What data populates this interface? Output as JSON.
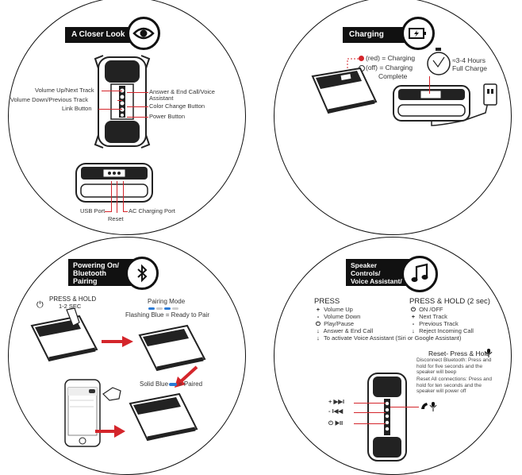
{
  "closer_look": {
    "title": "A Closer Look",
    "labels": {
      "volume_up": "Volume Up/Next Track",
      "volume_down": "Volume Down/Previous Track",
      "link": "Link Button",
      "answer": "Answer & End Call/Voice",
      "assistant": "Assistant",
      "color": "Color Change Button",
      "power": "Power Button",
      "usb": "USB Port",
      "ac": "AC Charging Port",
      "reset": "Reset"
    }
  },
  "charging": {
    "title": "Charging",
    "red_text": "(red) = Charging",
    "off_text": "(off) = Charging",
    "complete": "Complete",
    "hours": "≈3-4 Hours",
    "full": "Full Charge"
  },
  "pairing": {
    "title_line1": "Powering On/",
    "title_line2": "Bluetooth",
    "title_line3": "Pairing",
    "press_hold": "PRESS & HOLD",
    "sec": "1-2 SEC",
    "mode": "Pairing Mode",
    "flashing": "Flashing Blue = Ready to Pair",
    "solid": "Solid Blue",
    "paired": "= Paired"
  },
  "controls": {
    "title_line1": "Speaker Controls/",
    "title_line2": "Voice Assistant/",
    "title_line3": "Reset",
    "press_heading": "PRESS",
    "press_items": [
      {
        "sym": "+",
        "text": "Volume Up"
      },
      {
        "sym": "-",
        "text": "Volume Down"
      },
      {
        "sym": "⏻",
        "text": "Play/Pause"
      },
      {
        "sym": "↓",
        "text": "Answer & End Call"
      },
      {
        "sym": "↓",
        "text": "To activate Voice Assistant (Siri or Google Assistant)"
      }
    ],
    "hold_heading": "PRESS & HOLD (2 sec)",
    "hold_items": [
      {
        "sym": "⏻",
        "text": "ON /OFF"
      },
      {
        "sym": "+",
        "text": "Next Track"
      },
      {
        "sym": "-",
        "text": "Previous Track"
      },
      {
        "sym": "↓",
        "text": "Reject Incoming Call"
      }
    ],
    "reset_heading": "Reset- Press & Hold",
    "reset_text1": "Disconnect Bluetooth: Press and hold for five seconds and the speaker will beep",
    "reset_text2": "Reset All connections: Press and hold for ten seconds and the speaker will power off",
    "side_label1": "+ ▶▶I",
    "side_label2": "- I◀◀",
    "side_label3": "⏻ ▶II"
  }
}
